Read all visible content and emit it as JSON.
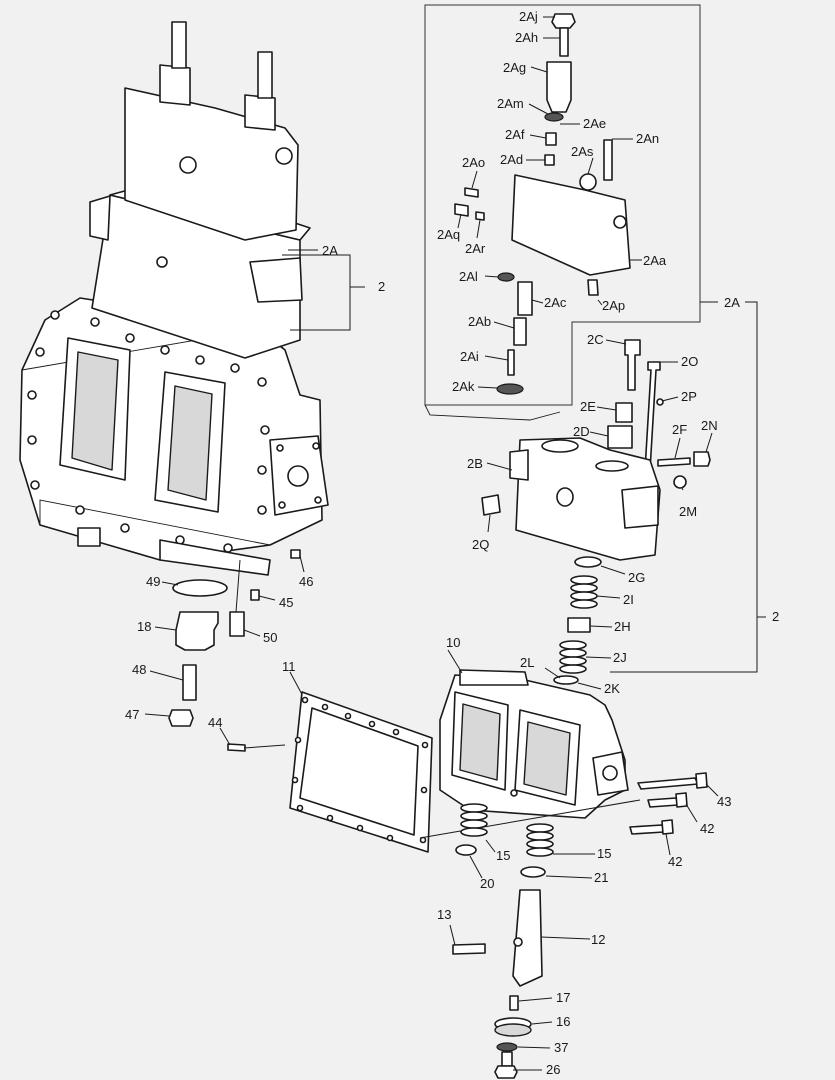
{
  "labels": {
    "2Aj": "2Aj",
    "2Ah": "2Ah",
    "2Ag": "2Ag",
    "2Am": "2Am",
    "2Ae": "2Ae",
    "2Af": "2Af",
    "2An": "2An",
    "2Ad": "2Ad",
    "2As": "2As",
    "2Ao": "2Ao",
    "2Aq": "2Aq",
    "2Ar": "2Ar",
    "2Aa": "2Aa",
    "2Al": "2Al",
    "2Ac": "2Ac",
    "2Ap": "2Ap",
    "2Ab": "2Ab",
    "2Ai": "2Ai",
    "2Ak": "2Ak",
    "2A_top": "2A",
    "2_top": "2",
    "2A_mid": "2A",
    "2_mid": "2",
    "2C": "2C",
    "2O": "2O",
    "2P": "2P",
    "2E": "2E",
    "2D": "2D",
    "2F": "2F",
    "2N": "2N",
    "2B": "2B",
    "2M": "2M",
    "2Q": "2Q",
    "2G": "2G",
    "2I": "2I",
    "2H": "2H",
    "2J": "2J",
    "2L": "2L",
    "2K": "2K",
    "49": "49",
    "46": "46",
    "45": "45",
    "18": "18",
    "50": "50",
    "48": "48",
    "47": "47",
    "44": "44",
    "11": "11",
    "10": "10",
    "43": "43",
    "42a": "42",
    "42b": "42",
    "15a": "15",
    "15b": "15",
    "20": "20",
    "21": "21",
    "13": "13",
    "12": "12",
    "17": "17",
    "16": "16",
    "37": "37",
    "26": "26"
  }
}
